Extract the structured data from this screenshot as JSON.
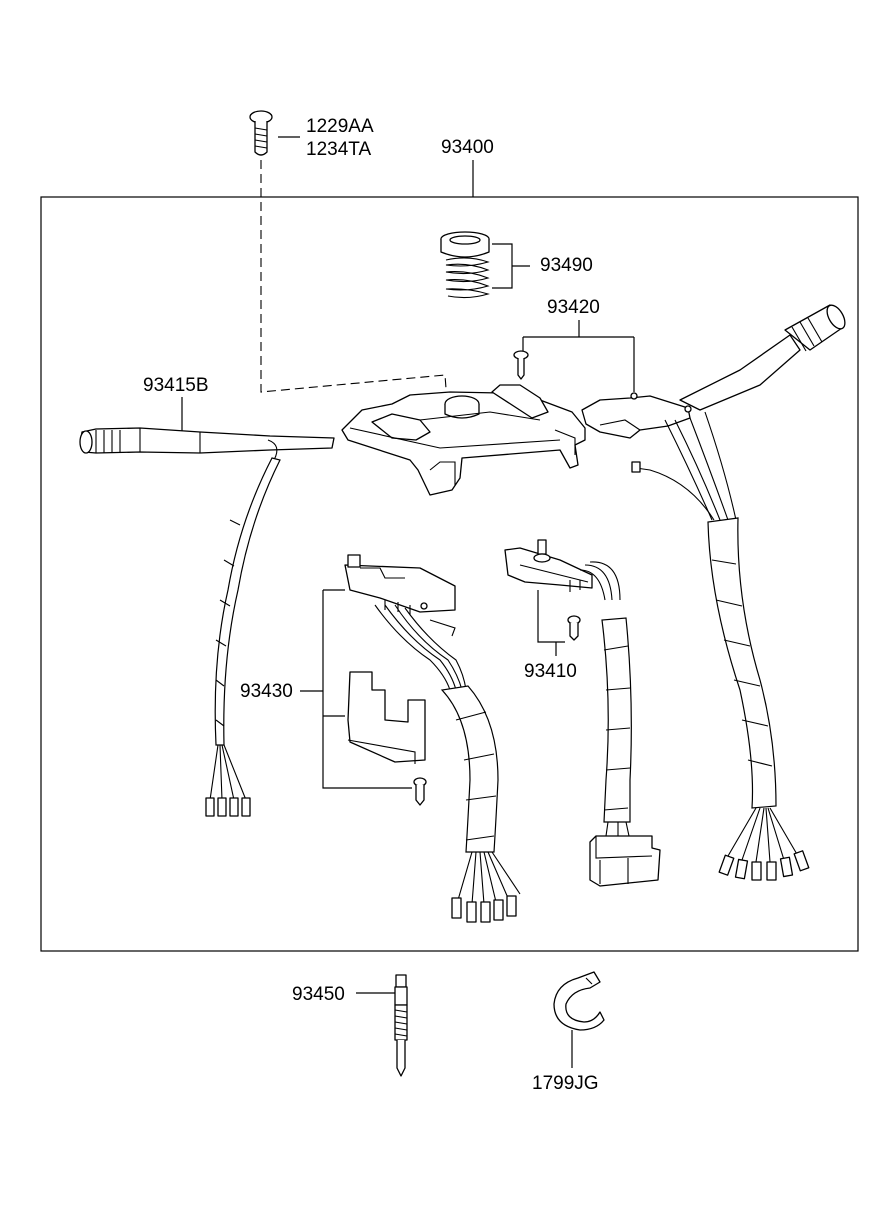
{
  "callouts": {
    "screw_a": "1229AA",
    "screw_b": "1234TA",
    "assembly": "93400",
    "cap_spring": "93490",
    "right_switch": "93420",
    "left_switch": "93415B",
    "bottom_switch": "93430",
    "middle_switch": "93410",
    "pin": "93450",
    "clip": "1799JG"
  }
}
